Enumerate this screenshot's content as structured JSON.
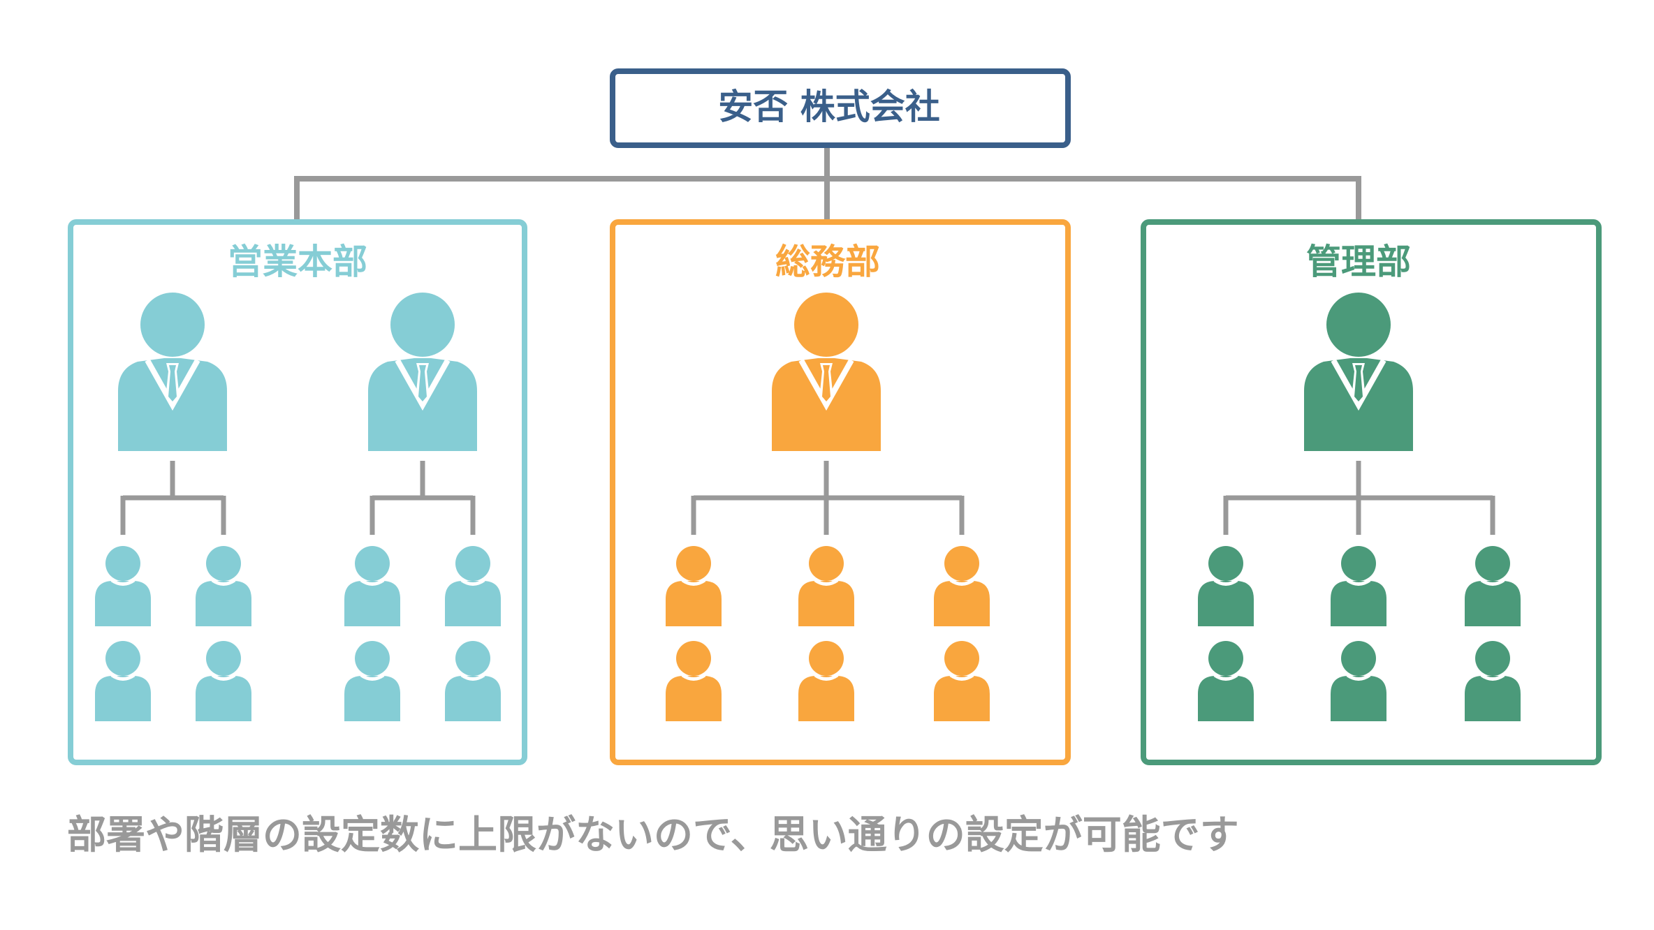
{
  "company": {
    "name": "安否 株式会社"
  },
  "departments": [
    {
      "name": "営業本部",
      "color": "#85cdd5",
      "managers": 2,
      "staff_per_manager": 4
    },
    {
      "name": "総務部",
      "color": "#f9a63e",
      "managers": 1,
      "staff_per_manager": 6
    },
    {
      "name": "管理部",
      "color": "#4b9a7a",
      "managers": 1,
      "staff_per_manager": 6
    }
  ],
  "caption": "部署や階層の設定数に上限がないので、思い通りの設定が可能です",
  "colors": {
    "company_border": "#3a5f8a",
    "company_text": "#3a5f8a",
    "connector": "#999999",
    "caption": "#999999"
  }
}
